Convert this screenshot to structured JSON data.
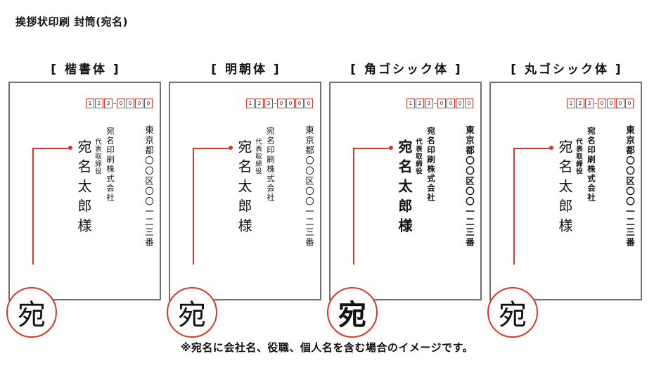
{
  "page_title": "挨拶状印刷 封筒(宛名)",
  "colors": {
    "accent_red": "#d9362e",
    "border_gray": "#707070"
  },
  "envelope": {
    "postal_digits": [
      "1",
      "2",
      "3",
      "0",
      "0",
      "0",
      "0"
    ],
    "address": "東京都〇〇区〇〇一二三番",
    "company": "宛名印刷株式会社",
    "role": "代表取締役",
    "recipient": "宛名太郎様",
    "callout_char": "宛"
  },
  "panels": [
    {
      "label": "[ 楷書体 ]"
    },
    {
      "label": "[ 明朝体 ]"
    },
    {
      "label": "[ 角ゴシック体 ]"
    },
    {
      "label": "[ 丸ゴシック体 ]"
    }
  ],
  "footnote": "※宛名に会社名、役職、個人名を含む場合のイメージです。"
}
